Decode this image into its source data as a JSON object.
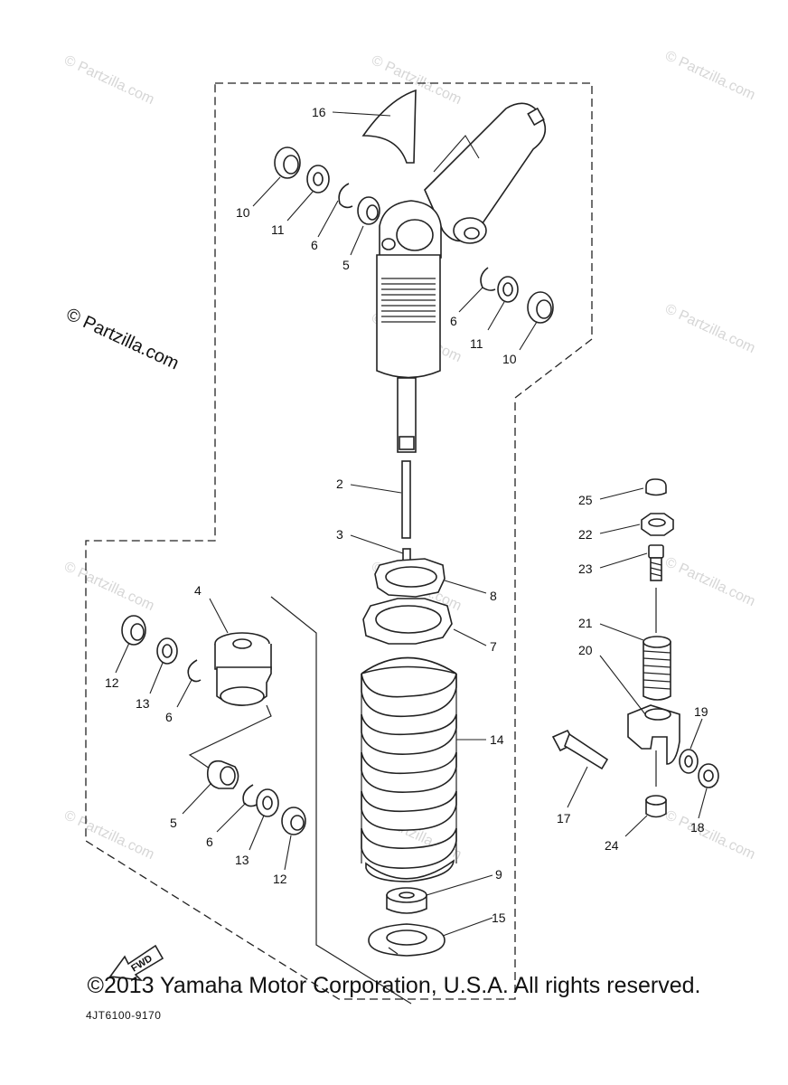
{
  "diagram": {
    "callouts": [
      {
        "num": "16"
      },
      {
        "num": "10"
      },
      {
        "num": "11"
      },
      {
        "num": "6"
      },
      {
        "num": "5"
      },
      {
        "num": "6"
      },
      {
        "num": "11"
      },
      {
        "num": "10"
      },
      {
        "num": "2"
      },
      {
        "num": "3"
      },
      {
        "num": "8"
      },
      {
        "num": "7"
      },
      {
        "num": "4"
      },
      {
        "num": "12"
      },
      {
        "num": "13"
      },
      {
        "num": "6"
      },
      {
        "num": "14"
      },
      {
        "num": "5"
      },
      {
        "num": "6"
      },
      {
        "num": "13"
      },
      {
        "num": "12"
      },
      {
        "num": "9"
      },
      {
        "num": "15"
      },
      {
        "num": "25"
      },
      {
        "num": "22"
      },
      {
        "num": "23"
      },
      {
        "num": "21"
      },
      {
        "num": "20"
      },
      {
        "num": "17"
      },
      {
        "num": "19"
      },
      {
        "num": "18"
      },
      {
        "num": "24"
      }
    ],
    "fwd_label": "FWD",
    "drawing_code": "4JT6100-9170",
    "watermark": "© Partzilla.com",
    "watermark_faint": "© Partzilla.com"
  },
  "footer": {
    "copyright": "©2013 Yamaha Motor Corporation, U.S.A. All rights reserved."
  }
}
